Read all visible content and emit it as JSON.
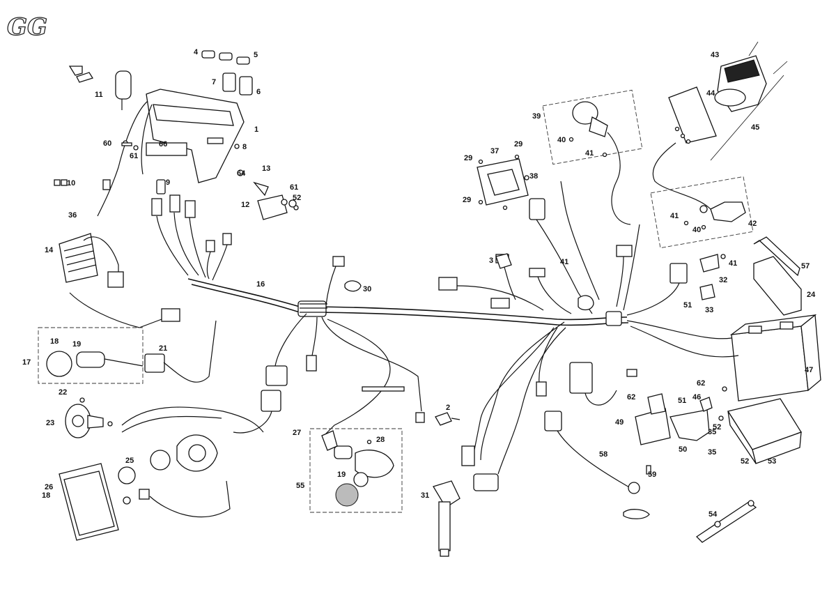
{
  "logo": {
    "text": "GG"
  },
  "part_labels": [
    "1",
    "2",
    "3",
    "4",
    "5",
    "6",
    "7",
    "8",
    "9",
    "10",
    "11",
    "12",
    "13",
    "14",
    "16",
    "17",
    "18",
    "18",
    "19",
    "19",
    "21",
    "22",
    "23",
    "24",
    "25",
    "26",
    "27",
    "28",
    "29",
    "29",
    "29",
    "30",
    "31",
    "32",
    "33",
    "35",
    "35",
    "36",
    "37",
    "38",
    "39",
    "40",
    "40",
    "41",
    "41",
    "41",
    "41",
    "42",
    "43",
    "44",
    "45",
    "46",
    "47",
    "49",
    "50",
    "51",
    "51",
    "52",
    "52",
    "52",
    "53",
    "54",
    "55",
    "57",
    "58",
    "59",
    "60",
    "61",
    "61",
    "62",
    "62",
    "64",
    "66"
  ]
}
